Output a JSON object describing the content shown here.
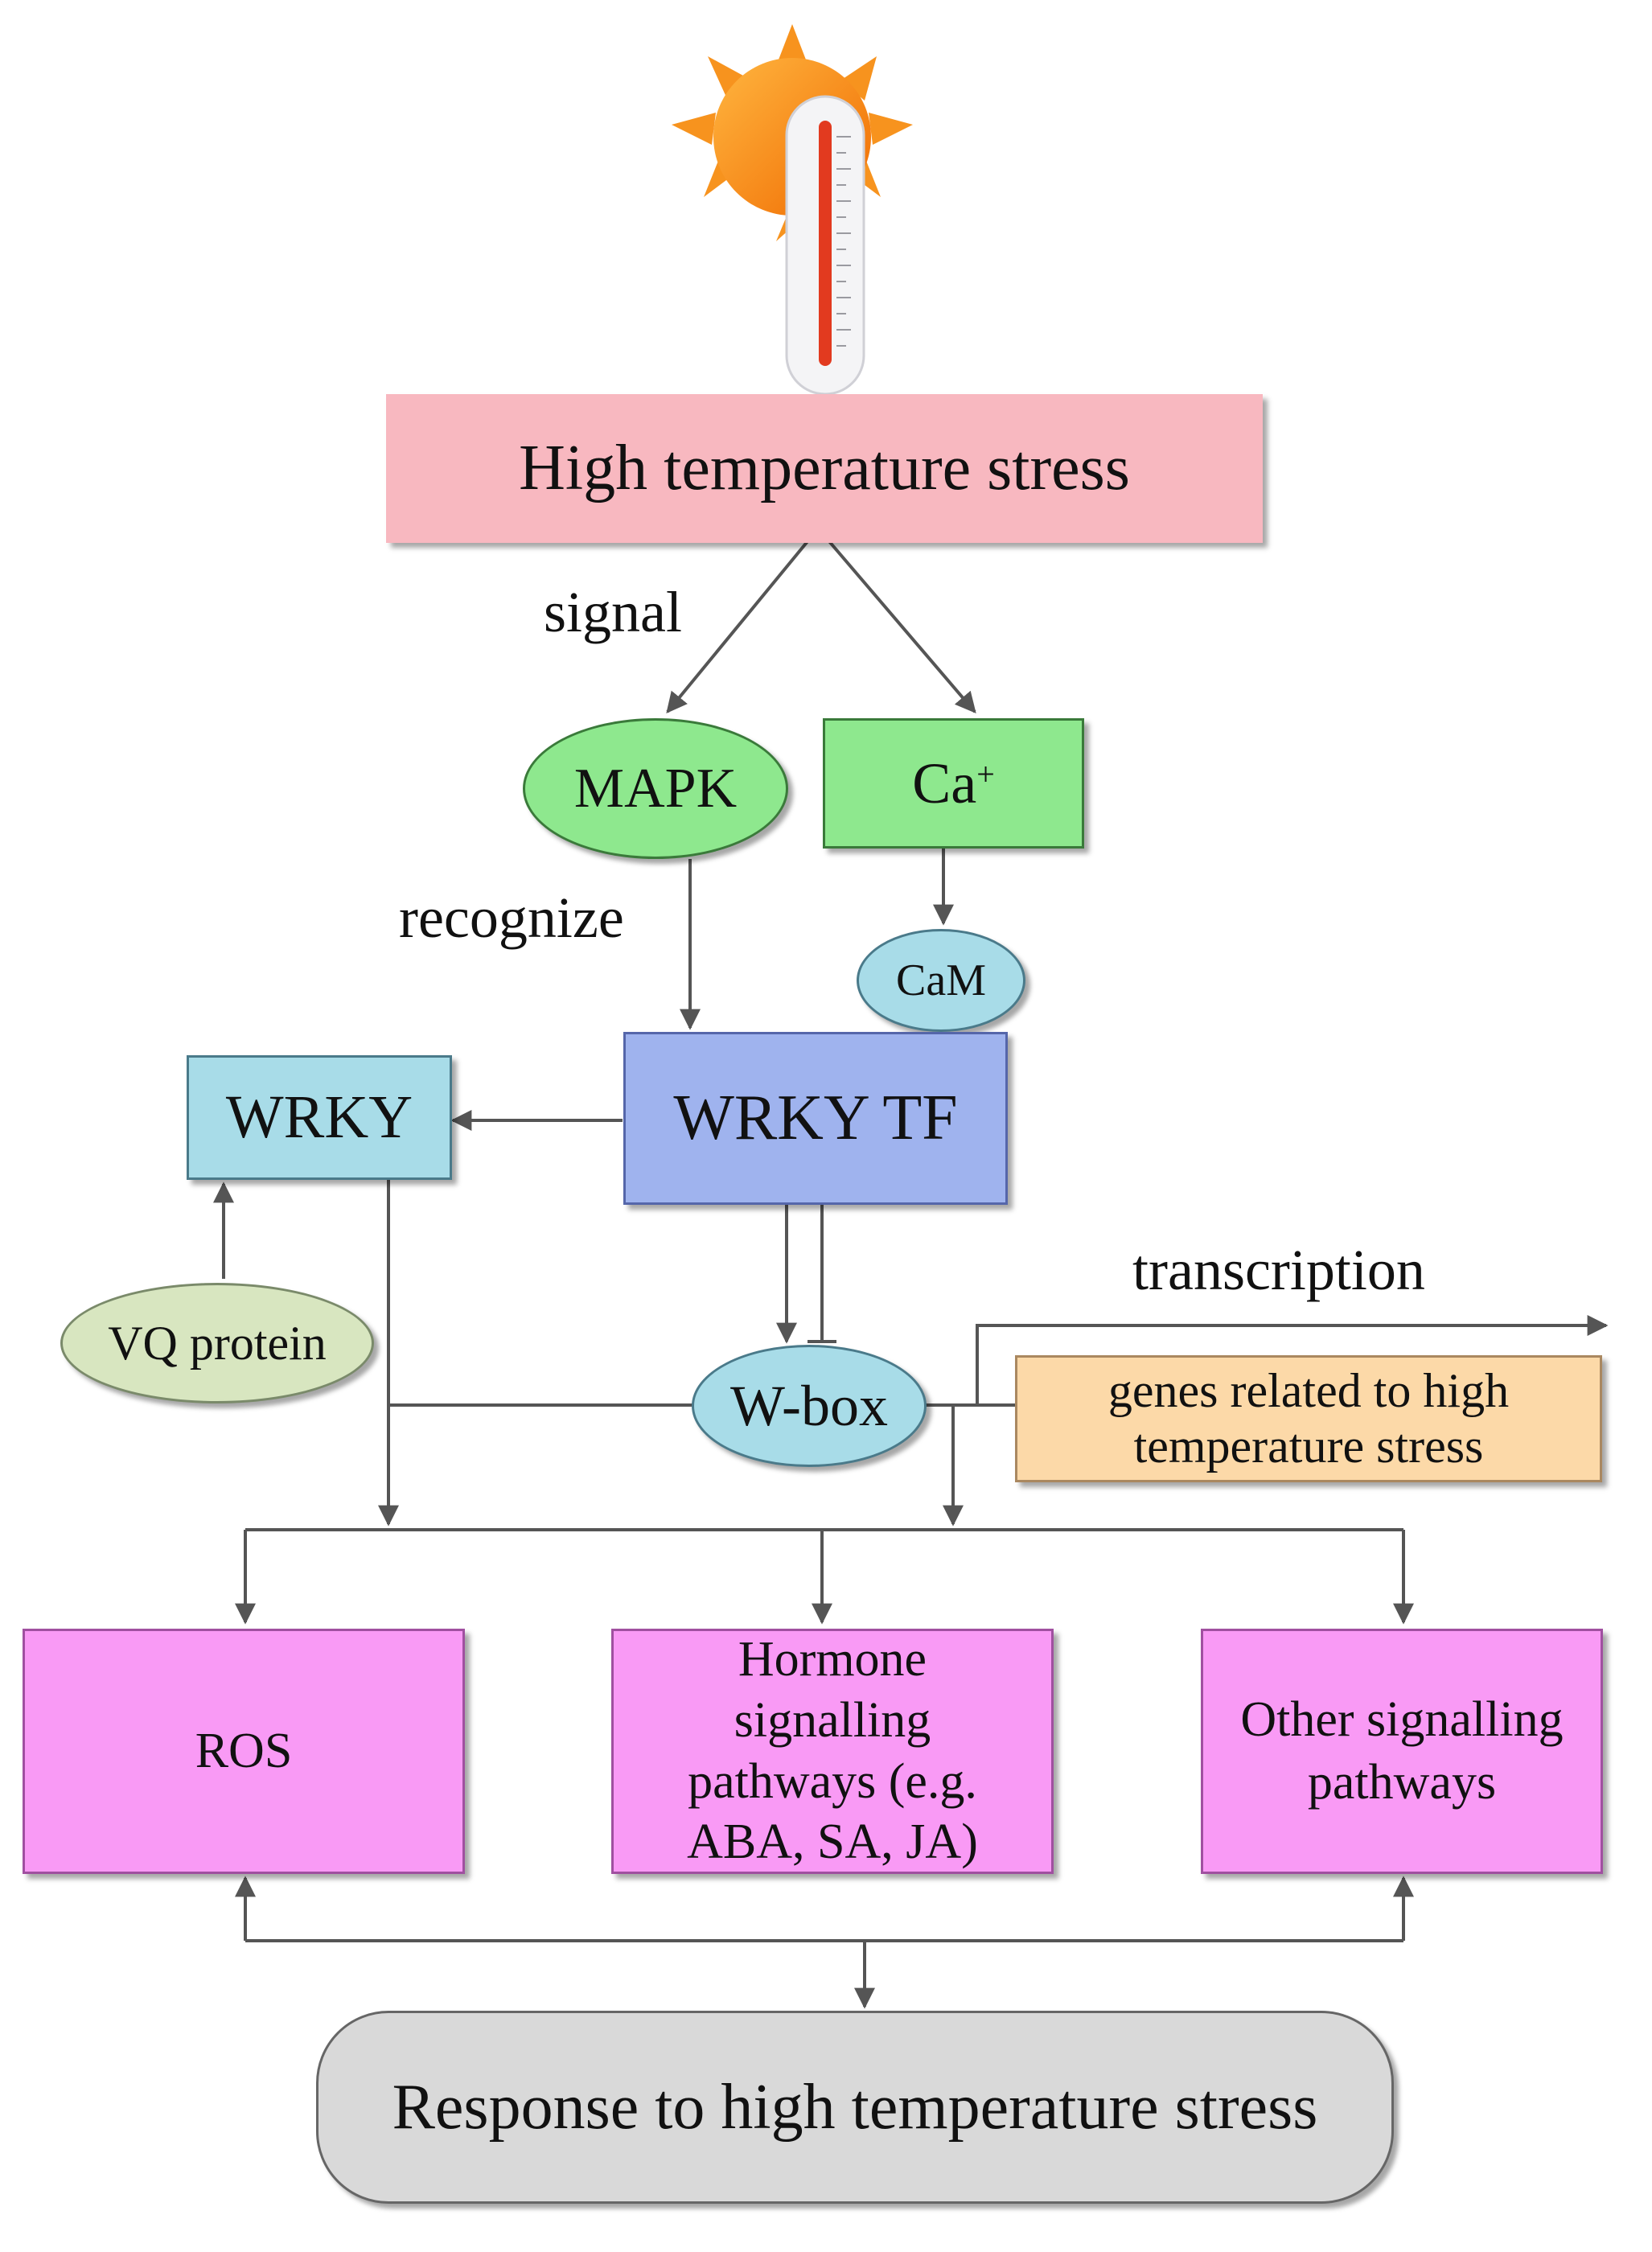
{
  "nodes": {
    "stress": "High temperature stress",
    "mapk": "MAPK",
    "ca": "Ca",
    "ca_sup": "+",
    "cam": "CaM",
    "wrky_tf": "WRKY TF",
    "wrky": "WRKY",
    "vq": "VQ protein",
    "wbox": "W-box",
    "genes_line1": "genes related to high",
    "genes_line2": "temperature stress",
    "ros": "ROS",
    "hormone_line1": "Hormone",
    "hormone_line2": "signalling",
    "hormone_line3": "pathways (e.g.",
    "hormone_line4": "ABA, SA, JA)",
    "other_line1": "Other signalling",
    "other_line2": "pathways",
    "response": "Response to high temperature stress"
  },
  "edge_labels": {
    "signal": "signal",
    "recognize": "recognize",
    "transcription": "transcription"
  },
  "colors": {
    "stress": "#f8b8c0",
    "green": "#8ee88e",
    "light_blue": "#a8dce8",
    "wrky_tf": "#9fb3ee",
    "vq": "#d8e6c0",
    "genes": "#fcd9a8",
    "magenta": "#f99af5",
    "response": "#d9d9d9",
    "sun": "#f7931e",
    "thermo_red": "#e23a1f"
  }
}
